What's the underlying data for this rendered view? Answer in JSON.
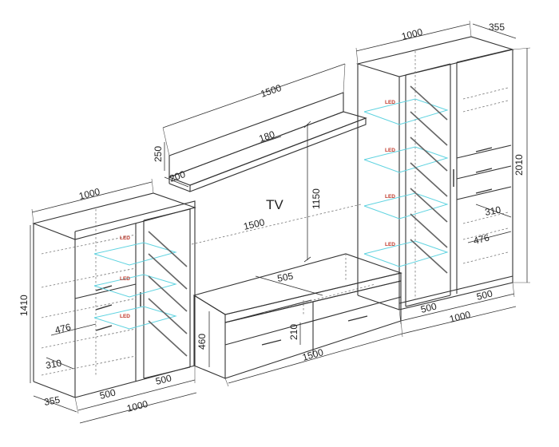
{
  "diagram": {
    "tv_label": "TV",
    "led_label": "LED",
    "dimensions": {
      "shelf_width": "1500",
      "shelf_depth_top": "180",
      "shelf_height": "250",
      "shelf_depth": "200",
      "shelf_to_stand": "1150",
      "tv_span": "1500",
      "stand_depth": "505",
      "stand_height": "460",
      "drawer_height": "210",
      "stand_width": "1500",
      "left_top_width": "1000",
      "left_height": "1410",
      "left_inner_depth": "476",
      "left_shelf_depth": "310",
      "left_depth": "355",
      "left_door_a": "500",
      "left_door_b": "500",
      "left_width": "1000",
      "right_top_width": "1000",
      "right_top_depth": "355",
      "right_height": "2010",
      "right_shelf_depth": "310",
      "right_inner_depth": "476",
      "right_door_a": "500",
      "right_door_b": "500",
      "right_width": "1000"
    }
  }
}
